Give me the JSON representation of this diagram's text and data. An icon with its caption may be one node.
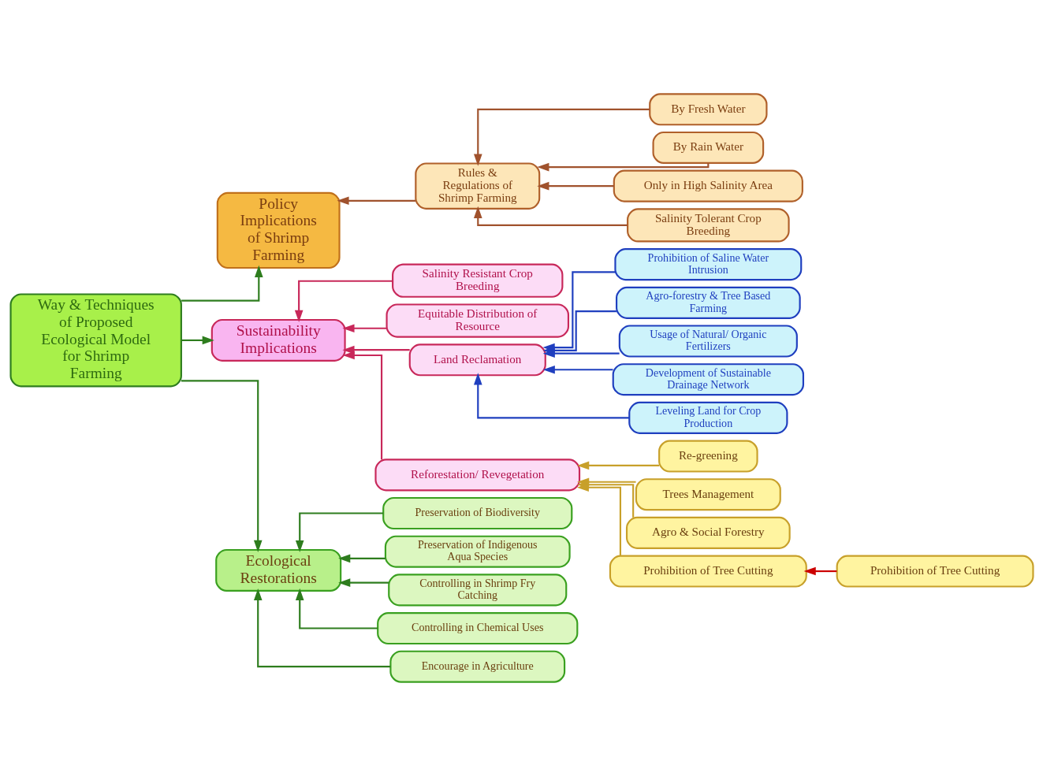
{
  "diagram": {
    "nodes": [
      {
        "text": [
          "Way & Techniques of Proposed Ecological Model for Shrimp Farming"
        ]
      },
      {
        "text": [
          "Policy Implications of Shrimp Farming"
        ]
      },
      {
        "text": [
          "Rules & Regulations of Shrimp Farming"
        ]
      },
      {
        "text": [
          "By Fresh Water"
        ]
      },
      {
        "text": [
          "By Rain Water"
        ]
      },
      {
        "text": [
          "Only in High Salinity Area"
        ]
      },
      {
        "text": [
          "Salinity Tolerant Crop Breeding"
        ]
      },
      {
        "text": [
          "Sustainability Implications"
        ]
      },
      {
        "text": [
          "Salinity Resistant Crop Breeding"
        ]
      },
      {
        "text": [
          "Equitable Distribution of Resource"
        ]
      },
      {
        "text": [
          "Land Reclamation"
        ]
      },
      {
        "text": [
          "Reforestation/ Revegetation"
        ]
      },
      {
        "text": [
          "Prohibition of Saline Water Intrusion"
        ]
      },
      {
        "text": [
          "Agro-forestry & Tree Based Farming"
        ]
      },
      {
        "text": [
          "Usage of Natural/ Organic Fertilizers"
        ]
      },
      {
        "text": [
          "Development of Sustainable Drainage Network"
        ]
      },
      {
        "text": [
          "Leveling Land for Crop Production"
        ]
      },
      {
        "text": [
          "Ecological Restorations"
        ]
      },
      {
        "text": [
          "Preservation of Biodiversity"
        ]
      },
      {
        "text": [
          "Preservation of Indigenous Aqua Species"
        ]
      },
      {
        "text": [
          "Controlling in Shrimp Fry Catching"
        ]
      },
      {
        "text": [
          "Controlling in Chemical Uses"
        ]
      },
      {
        "text": [
          "Encourage in Agriculture"
        ]
      },
      {
        "text": [
          "Re-greening"
        ]
      },
      {
        "text": [
          "Trees Management"
        ]
      },
      {
        "text": [
          "Agro & Social Forestry"
        ]
      },
      {
        "text": [
          "Prohibition of Tree Cutting"
        ]
      },
      {
        "text": [
          "Prohibition of Tree Cutting"
        ]
      }
    ],
    "edges": [
      {
        "from": 0,
        "to": 1,
        "arrow": "to",
        "color": "#2e7d1e"
      },
      {
        "from": 0,
        "to": 7,
        "arrow": "to",
        "color": "#2e7d1e"
      },
      {
        "from": 0,
        "to": 17,
        "arrow": "to",
        "color": "#2e7d1e"
      },
      {
        "from": 2,
        "to": 1,
        "arrow": "to",
        "color": "#a0522d"
      },
      {
        "from": 3,
        "to": 2,
        "arrow": "to",
        "color": "#a0522d"
      },
      {
        "from": 4,
        "to": 2,
        "arrow": "to",
        "color": "#a0522d"
      },
      {
        "from": 5,
        "to": 2,
        "arrow": "to",
        "color": "#a0522d"
      },
      {
        "from": 6,
        "to": 2,
        "arrow": "to",
        "color": "#a0522d"
      },
      {
        "from": 8,
        "to": 7,
        "arrow": "to",
        "color": "#c8285a"
      },
      {
        "from": 9,
        "to": 7,
        "arrow": "to",
        "color": "#c8285a"
      },
      {
        "from": 10,
        "to": 7,
        "arrow": "to",
        "color": "#c8285a"
      },
      {
        "from": 11,
        "to": 7,
        "arrow": "to",
        "color": "#c8285a"
      },
      {
        "from": 12,
        "to": 10,
        "arrow": "to",
        "color": "#1f3fbf"
      },
      {
        "from": 13,
        "to": 10,
        "arrow": "to",
        "color": "#1f3fbf"
      },
      {
        "from": 14,
        "to": 10,
        "arrow": "to",
        "color": "#1f3fbf"
      },
      {
        "from": 15,
        "to": 10,
        "arrow": "to",
        "color": "#1f3fbf"
      },
      {
        "from": 16,
        "to": 10,
        "arrow": "to",
        "color": "#1f3fbf"
      },
      {
        "from": 18,
        "to": 17,
        "arrow": "to",
        "color": "#2e7d1e"
      },
      {
        "from": 19,
        "to": 17,
        "arrow": "to",
        "color": "#2e7d1e"
      },
      {
        "from": 20,
        "to": 17,
        "arrow": "to",
        "color": "#2e7d1e"
      },
      {
        "from": 21,
        "to": 17,
        "arrow": "to",
        "color": "#2e7d1e"
      },
      {
        "from": 22,
        "to": 17,
        "arrow": "to",
        "color": "#2e7d1e"
      },
      {
        "from": 23,
        "to": 11,
        "arrow": "to",
        "color": "#c8a02a"
      },
      {
        "from": 24,
        "to": 11,
        "arrow": "to",
        "color": "#c8a02a"
      },
      {
        "from": 25,
        "to": 11,
        "arrow": "to",
        "color": "#c8a02a"
      },
      {
        "from": 26,
        "to": 11,
        "arrow": "to",
        "color": "#c8a02a"
      },
      {
        "from": 27,
        "to": 26,
        "arrow": "to",
        "color": "#cc0000"
      }
    ]
  }
}
